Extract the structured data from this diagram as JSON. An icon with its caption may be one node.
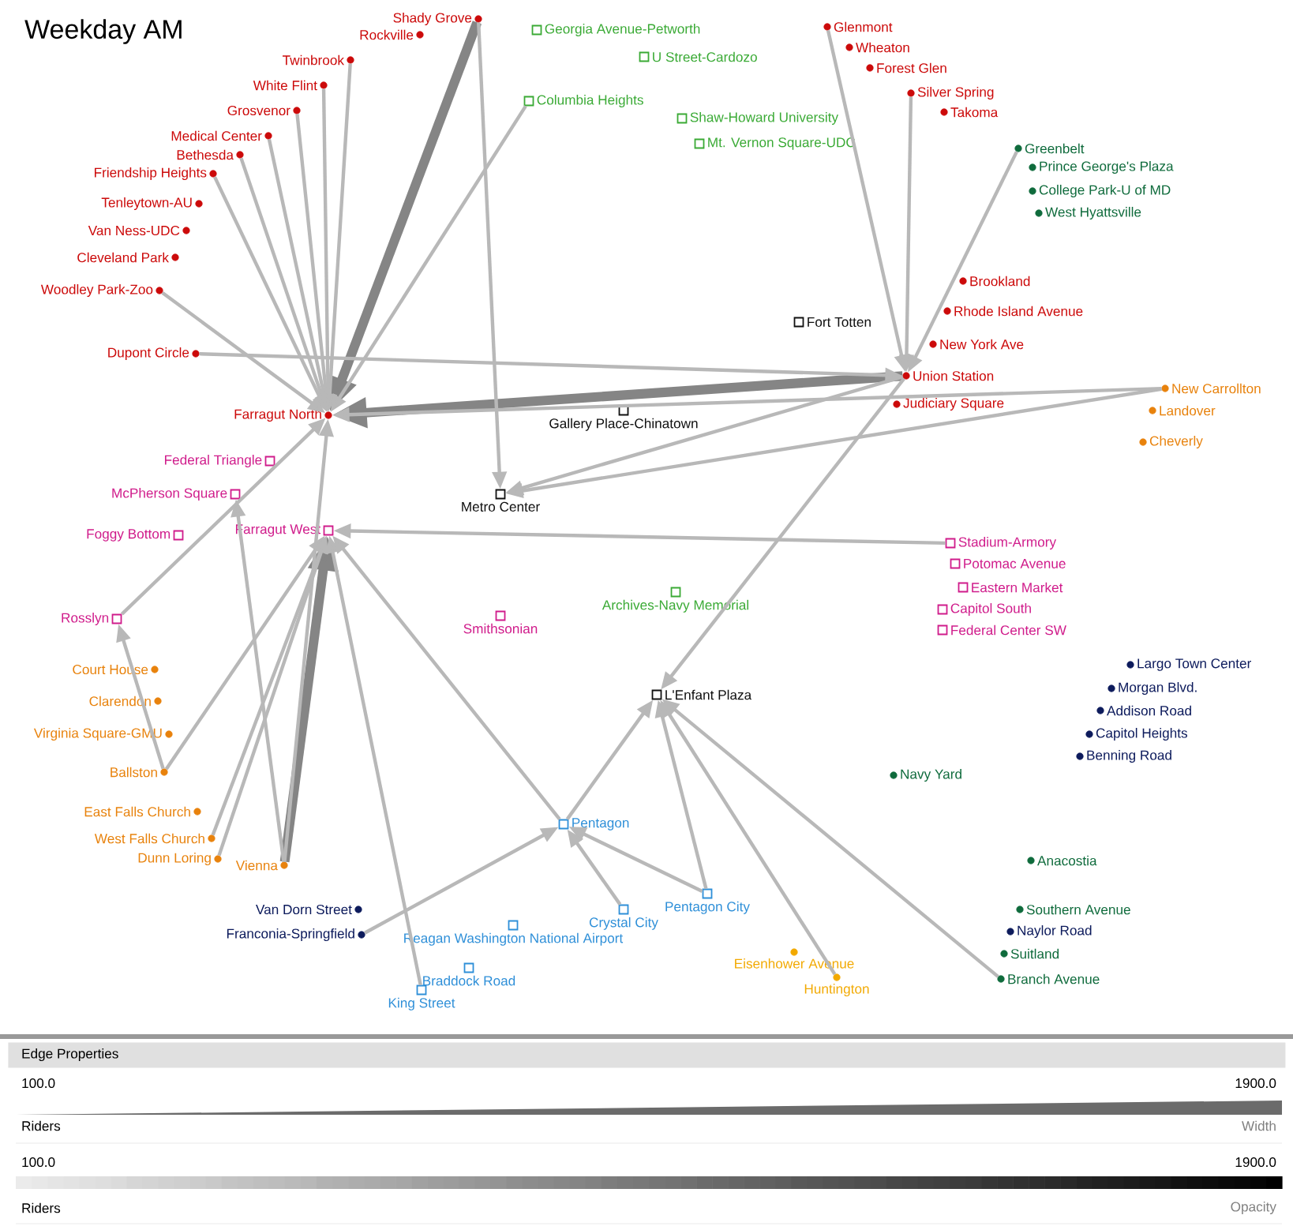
{
  "diagram": {
    "title": "Weekday AM",
    "nodes": [
      {
        "text": [
          "Shady Grove"
        ]
      },
      {
        "text": [
          "Rockville"
        ]
      },
      {
        "text": [
          "Twinbrook"
        ]
      },
      {
        "text": [
          "White Flint"
        ]
      },
      {
        "text": [
          "Grosvenor"
        ]
      },
      {
        "text": [
          "Medical Center"
        ]
      },
      {
        "text": [
          "Bethesda"
        ]
      },
      {
        "text": [
          "Friendship Heights"
        ]
      },
      {
        "text": [
          "Tenleytown-AU"
        ]
      },
      {
        "text": [
          "Van Ness-UDC"
        ]
      },
      {
        "text": [
          "Cleveland Park"
        ]
      },
      {
        "text": [
          "Woodley Park-Zoo"
        ]
      },
      {
        "text": [
          "Dupont Circle"
        ]
      },
      {
        "text": [
          "Farragut North"
        ]
      },
      {
        "text": [
          "Georgia Avenue-Petworth"
        ]
      },
      {
        "text": [
          "U Street-Cardozo"
        ]
      },
      {
        "text": [
          "Columbia Heights"
        ]
      },
      {
        "text": [
          "Shaw-Howard University"
        ]
      },
      {
        "text": [
          "Mt. Vernon Square-UDC"
        ]
      },
      {
        "text": [
          "Glenmont"
        ]
      },
      {
        "text": [
          "Wheaton"
        ]
      },
      {
        "text": [
          "Forest Glen"
        ]
      },
      {
        "text": [
          "Silver Spring"
        ]
      },
      {
        "text": [
          "Takoma"
        ]
      },
      {
        "text": [
          "Greenbelt"
        ]
      },
      {
        "text": [
          "Prince George's Plaza"
        ]
      },
      {
        "text": [
          "College Park-U of MD"
        ]
      },
      {
        "text": [
          "West Hyattsville"
        ]
      },
      {
        "text": [
          "Brookland"
        ]
      },
      {
        "text": [
          "Rhode Island Avenue"
        ]
      },
      {
        "text": [
          "Fort Totten"
        ]
      },
      {
        "text": [
          "New York Ave"
        ]
      },
      {
        "text": [
          "Union Station"
        ]
      },
      {
        "text": [
          "Judiciary Square"
        ]
      },
      {
        "text": [
          "Gallery Place-Chinatown"
        ]
      },
      {
        "text": [
          "New Carrollton"
        ]
      },
      {
        "text": [
          "Landover"
        ]
      },
      {
        "text": [
          "Cheverly"
        ]
      },
      {
        "text": [
          "Federal Triangle"
        ]
      },
      {
        "text": [
          "McPherson Square"
        ]
      },
      {
        "text": [
          "Metro Center"
        ]
      },
      {
        "text": [
          "Foggy Bottom"
        ]
      },
      {
        "text": [
          "Farragut West"
        ]
      },
      {
        "text": [
          "Stadium-Armory"
        ]
      },
      {
        "text": [
          "Potomac Avenue"
        ]
      },
      {
        "text": [
          "Eastern Market"
        ]
      },
      {
        "text": [
          "Archives-Navy Memorial"
        ]
      },
      {
        "text": [
          "Rosslyn"
        ]
      },
      {
        "text": [
          "Smithsonian"
        ]
      },
      {
        "text": [
          "Capitol South"
        ]
      },
      {
        "text": [
          "Federal Center SW"
        ]
      },
      {
        "text": [
          "Largo Town Center"
        ]
      },
      {
        "text": [
          "Court House"
        ]
      },
      {
        "text": [
          "Morgan Blvd."
        ]
      },
      {
        "text": [
          "L'Enfant Plaza"
        ]
      },
      {
        "text": [
          "Clarendon"
        ]
      },
      {
        "text": [
          "Addison Road"
        ]
      },
      {
        "text": [
          "Virginia Square-GMU"
        ]
      },
      {
        "text": [
          "Capitol Heights"
        ]
      },
      {
        "text": [
          "Benning Road"
        ]
      },
      {
        "text": [
          "Ballston"
        ]
      },
      {
        "text": [
          "Navy Yard"
        ]
      },
      {
        "text": [
          "East Falls Church"
        ]
      },
      {
        "text": [
          "Pentagon"
        ]
      },
      {
        "text": [
          "West Falls Church"
        ]
      },
      {
        "text": [
          "Dunn Loring"
        ]
      },
      {
        "text": [
          "Vienna"
        ]
      },
      {
        "text": [
          "Anacostia"
        ]
      },
      {
        "text": [
          "Pentagon City"
        ]
      },
      {
        "text": [
          "Van Dorn Street"
        ]
      },
      {
        "text": [
          "Crystal City"
        ]
      },
      {
        "text": [
          "Southern Avenue"
        ]
      },
      {
        "text": [
          "Franconia-Springfield"
        ]
      },
      {
        "text": [
          "Naylor Road"
        ]
      },
      {
        "text": [
          "Reagan Washington National Airport"
        ]
      },
      {
        "text": [
          "Eisenhower Avenue"
        ]
      },
      {
        "text": [
          "Suitland"
        ]
      },
      {
        "text": [
          "Braddock Road"
        ]
      },
      {
        "text": [
          "Branch Avenue"
        ]
      },
      {
        "text": [
          "Huntington"
        ]
      },
      {
        "text": [
          "King Street"
        ]
      }
    ],
    "edges": [
      {
        "from": 0,
        "to": 13,
        "arrow": "to",
        "style": "thick"
      },
      {
        "from": 32,
        "to": 13,
        "arrow": "to",
        "style": "thick"
      },
      {
        "from": 66,
        "to": 42,
        "arrow": "to",
        "style": "thick"
      },
      {
        "from": 2,
        "to": 13,
        "arrow": "to"
      },
      {
        "from": 4,
        "to": 13,
        "arrow": "to"
      },
      {
        "from": 6,
        "to": 13,
        "arrow": "to"
      },
      {
        "from": 3,
        "to": 13,
        "arrow": "to"
      },
      {
        "from": 5,
        "to": 13,
        "arrow": "to"
      },
      {
        "from": 7,
        "to": 13,
        "arrow": "to"
      },
      {
        "from": 12,
        "to": 32,
        "arrow": "to"
      },
      {
        "from": 22,
        "to": 32,
        "arrow": "to"
      },
      {
        "from": 24,
        "to": 32,
        "arrow": "to"
      },
      {
        "from": 0,
        "to": 40,
        "arrow": "to"
      },
      {
        "from": 32,
        "to": 40,
        "arrow": "to"
      },
      {
        "from": 35,
        "to": 40,
        "arrow": "to"
      },
      {
        "from": 35,
        "to": 13,
        "arrow": "to"
      },
      {
        "from": 60,
        "to": 42,
        "arrow": "to"
      },
      {
        "from": 64,
        "to": 42,
        "arrow": "to"
      },
      {
        "from": 65,
        "to": 42,
        "arrow": "to"
      },
      {
        "from": 66,
        "to": 13,
        "arrow": "to"
      },
      {
        "from": 66,
        "to": 39,
        "arrow": "to"
      },
      {
        "from": 72,
        "to": 63,
        "arrow": "to"
      },
      {
        "from": 68,
        "to": 63,
        "arrow": "to"
      },
      {
        "from": 70,
        "to": 63,
        "arrow": "to"
      },
      {
        "from": 63,
        "to": 54,
        "arrow": "to"
      },
      {
        "from": 79,
        "to": 54,
        "arrow": "to"
      },
      {
        "from": 78,
        "to": 54,
        "arrow": "to"
      },
      {
        "from": 68,
        "to": 54,
        "arrow": "to"
      },
      {
        "from": 80,
        "to": 42,
        "arrow": "to"
      },
      {
        "from": 19,
        "to": 32,
        "arrow": "to"
      },
      {
        "from": 16,
        "to": 13,
        "arrow": "to"
      },
      {
        "from": 43,
        "to": 42,
        "arrow": "to"
      },
      {
        "from": 11,
        "to": 13,
        "arrow": "to"
      },
      {
        "from": 47,
        "to": 13,
        "arrow": "to"
      },
      {
        "from": 60,
        "to": 47,
        "arrow": "to"
      },
      {
        "from": 32,
        "to": 54,
        "arrow": "to"
      },
      {
        "from": 63,
        "to": 42,
        "arrow": "to"
      }
    ],
    "labels": [
      "Edge Properties",
      "100.0",
      "1900.0",
      "Riders",
      "Width",
      "100.0",
      "1900.0",
      "Riders",
      "Opacity"
    ]
  }
}
